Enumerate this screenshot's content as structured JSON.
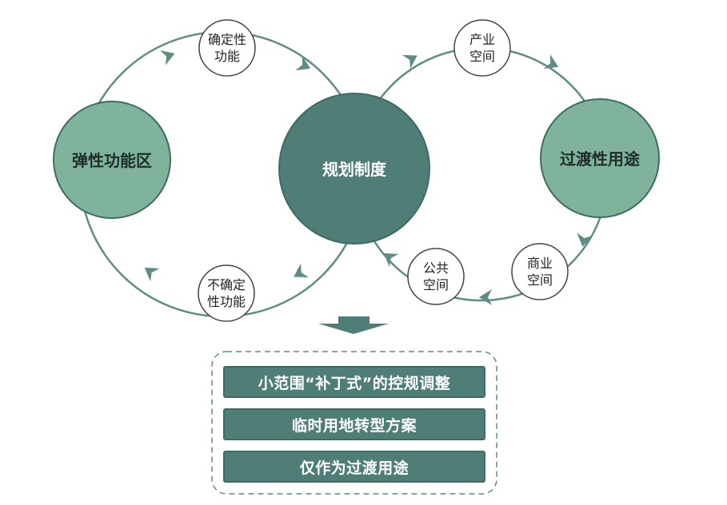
{
  "main_circles": {
    "left": "弹性功能区",
    "center": "规划制度",
    "right": "过渡性用途"
  },
  "small_circles": {
    "top_left": [
      "确定性",
      "功能"
    ],
    "bottom_left": [
      "不确定",
      "性功能"
    ],
    "top_right": [
      "产业",
      "空间"
    ],
    "bottom_right_1": [
      "商业",
      "空间"
    ],
    "bottom_right_2": [
      "公共",
      "空间"
    ]
  },
  "outcomes": [
    "小范围“补丁式”的控规调整",
    "临时用地转型方案",
    "仅作为过渡用途"
  ],
  "colors": {
    "loop_line": "#5f8c84",
    "center_fill": "#4e7e76",
    "side_fill": "#7fb39c",
    "dark_text": "#1f2d2a"
  }
}
